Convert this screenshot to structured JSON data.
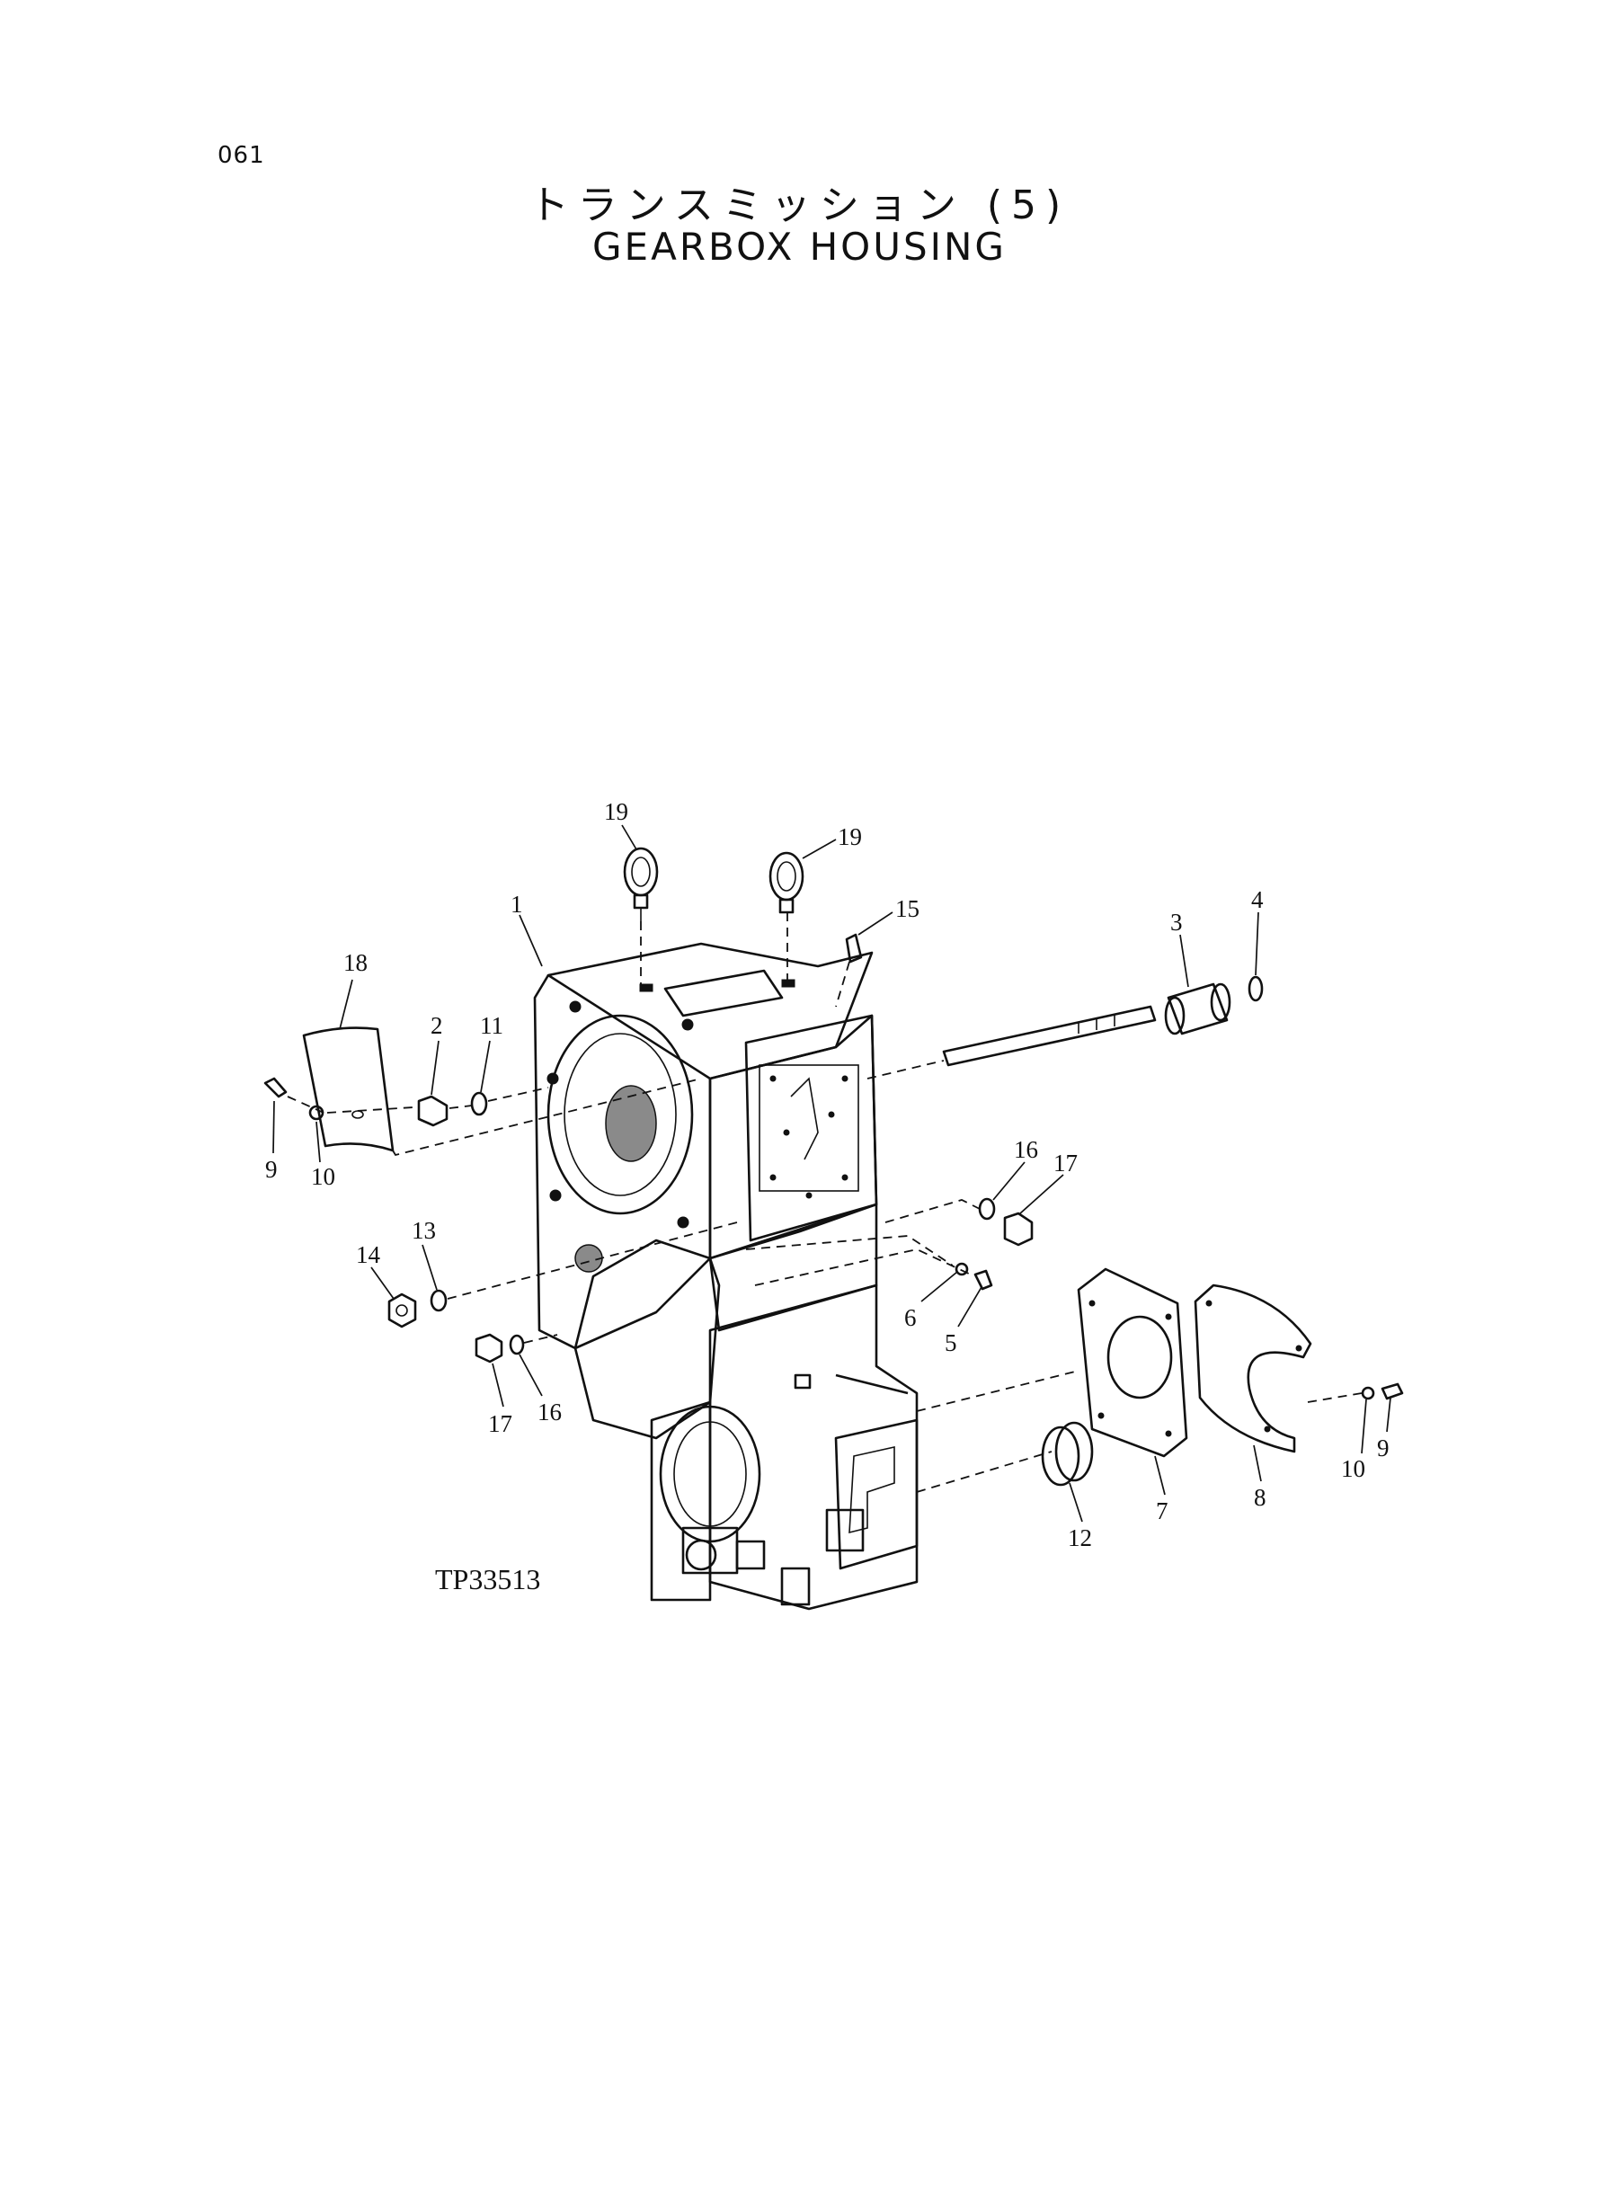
{
  "page_number": "061",
  "title_jp": "トランスミッション (5)",
  "title_en": "GEARBOX HOUSING",
  "drawing_code": "TP33513",
  "callouts": [
    "19",
    "19",
    "15",
    "1",
    "3",
    "4",
    "18",
    "2",
    "11",
    "9",
    "10",
    "16",
    "17",
    "13",
    "14",
    "6",
    "5",
    "17",
    "16",
    "7",
    "8",
    "10",
    "9",
    "12"
  ]
}
